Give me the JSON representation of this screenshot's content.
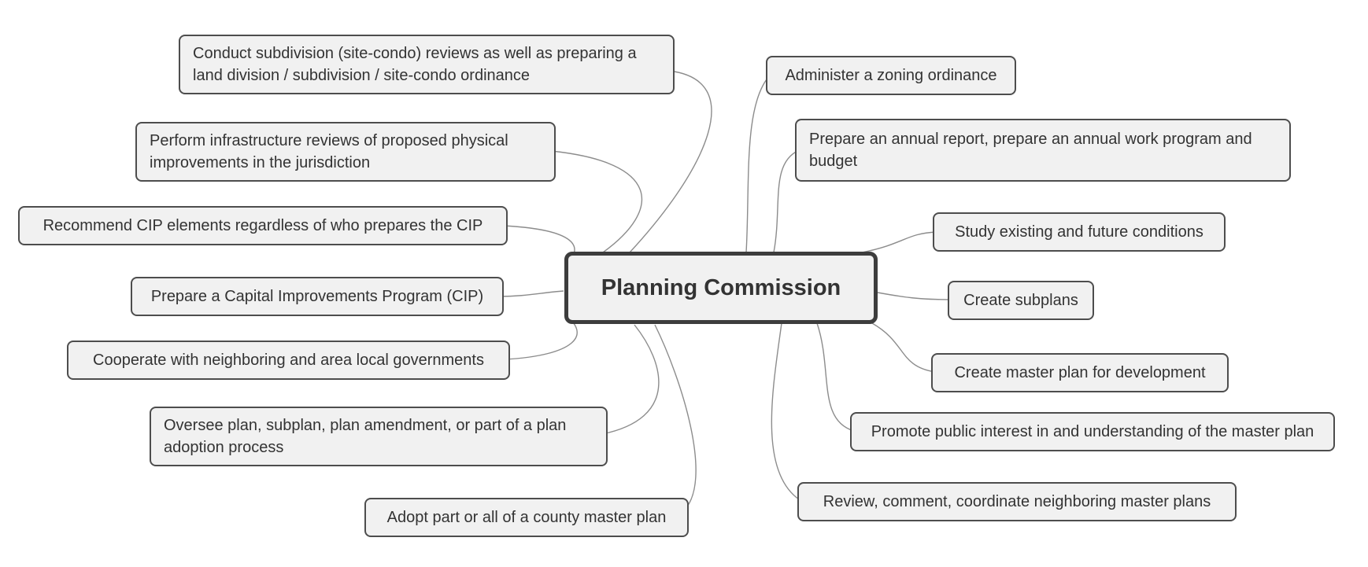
{
  "diagram": {
    "center": {
      "label": "Planning Commission"
    },
    "left_nodes": [
      {
        "label": "Conduct subdivision (site-condo) reviews as well as preparing a land division / subdivision / site-condo ordinance"
      },
      {
        "label": "Perform infrastructure reviews of proposed physical improvements in the jurisdiction"
      },
      {
        "label": "Recommend CIP elements regardless of who prepares the CIP"
      },
      {
        "label": "Prepare a Capital Improvements Program (CIP)"
      },
      {
        "label": "Cooperate with neighboring and area local governments"
      },
      {
        "label": "Oversee plan, subplan, plan amendment, or part of a plan adoption process"
      },
      {
        "label": "Adopt part or all of a county master plan"
      }
    ],
    "right_nodes": [
      {
        "label": "Administer a zoning ordinance"
      },
      {
        "label": "Prepare an annual report, prepare an annual work program and budget"
      },
      {
        "label": "Study existing and future conditions"
      },
      {
        "label": "Create subplans"
      },
      {
        "label": "Create master plan for development"
      },
      {
        "label": "Promote public interest in and understanding of the master plan"
      },
      {
        "label": "Review, comment, coordinate neighboring master plans"
      }
    ],
    "colors": {
      "background": "#ffffff",
      "node_background": "#f1f1f1",
      "node_border": "#4d4d4d",
      "center_border": "#3d3d3d",
      "text": "#333333",
      "connector": "#8c8c8c"
    }
  }
}
